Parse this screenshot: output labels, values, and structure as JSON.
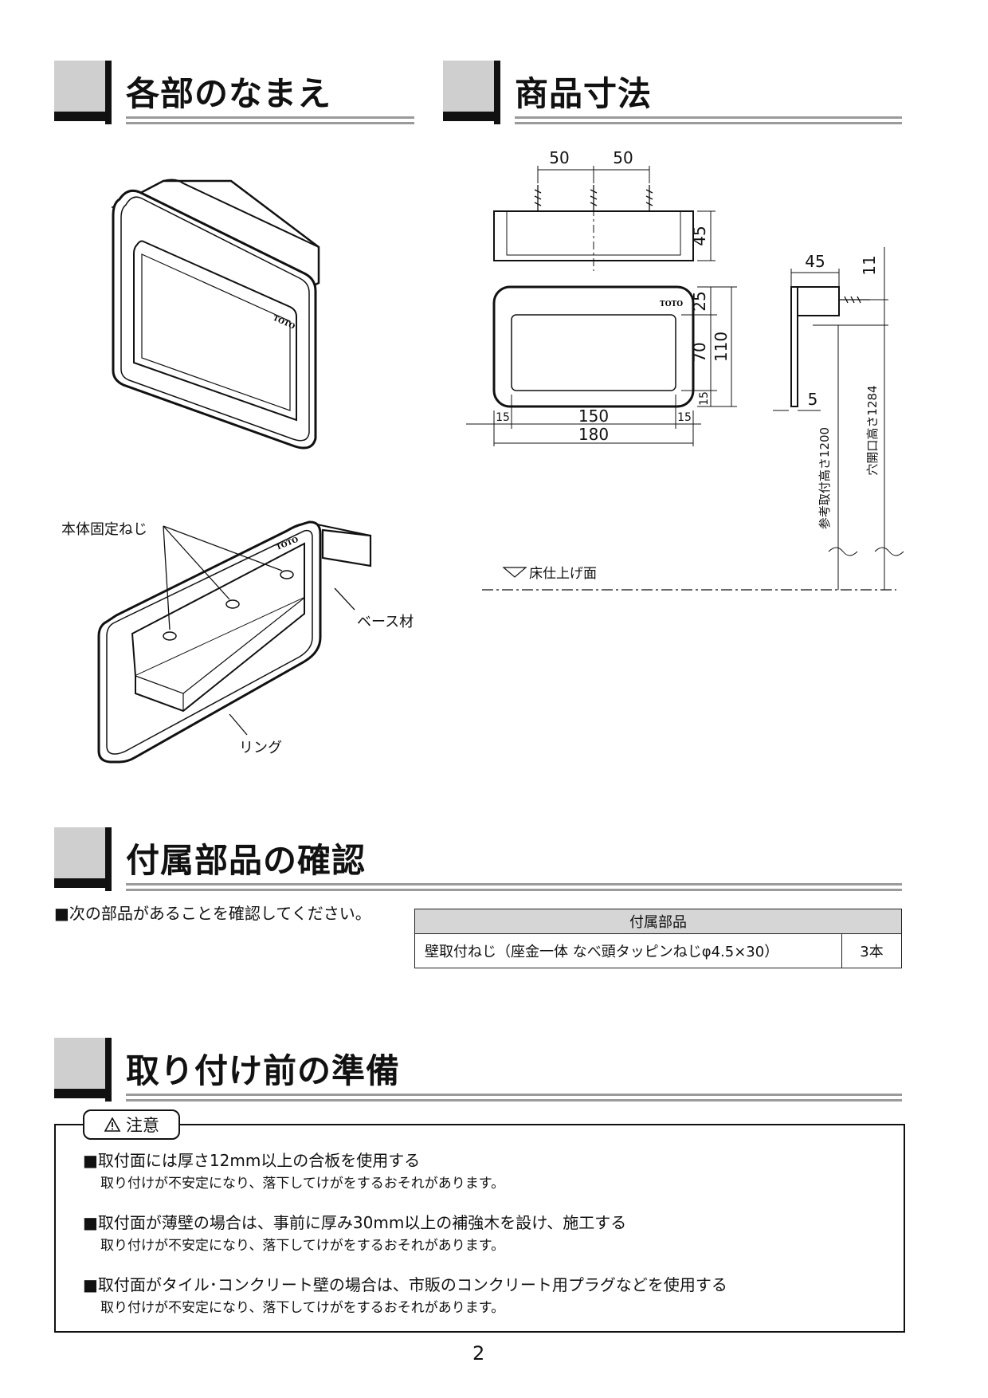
{
  "sections": {
    "names": "各部のなまえ",
    "dimensions": "商品寸法",
    "parts": "付属部品の確認",
    "prep": "取り付け前の準備"
  },
  "names_labels": {
    "screws": "本体固定ねじ",
    "base": "ベース材",
    "ring": "リング",
    "brand": "TOTO"
  },
  "dimensions": {
    "top_spacing_left": "50",
    "top_spacing_right": "50",
    "depth": "45",
    "top_margin": "25",
    "opening_height": "70",
    "total_height": "110",
    "bottom_margin": "15",
    "left_margin": "15",
    "opening_width": "150",
    "right_margin": "15",
    "total_width": "180",
    "side_depth": "45",
    "side_top": "11",
    "side_thickness": "5",
    "ref_height": "参考取付高さ1200",
    "hole_height": "穴開口高さ1284",
    "floor": "床仕上げ面"
  },
  "parts": {
    "intro": "■次の部品があることを確認してください。",
    "table_header": "付属部品",
    "item_name": "壁取付ねじ（座金一体 なべ頭タッピンねじφ4.5×30）",
    "item_qty": "3本"
  },
  "caution": {
    "tag": "注意",
    "items": [
      {
        "title": "■取付面には厚さ12mm以上の合板を使用する",
        "detail": "取り付けが不安定になり、落下してけがをするおそれがあります。"
      },
      {
        "title": "■取付面が薄壁の場合は、事前に厚み30mm以上の補強木を設け、施工する",
        "detail": "取り付けが不安定になり、落下してけがをするおそれがあります。"
      },
      {
        "title": "■取付面がタイル･コンクリート壁の場合は、市販のコンクリート用プラグなどを使用する",
        "detail": "取り付けが不安定になり、落下してけがをするおそれがあります。"
      }
    ]
  },
  "page_number": "2"
}
